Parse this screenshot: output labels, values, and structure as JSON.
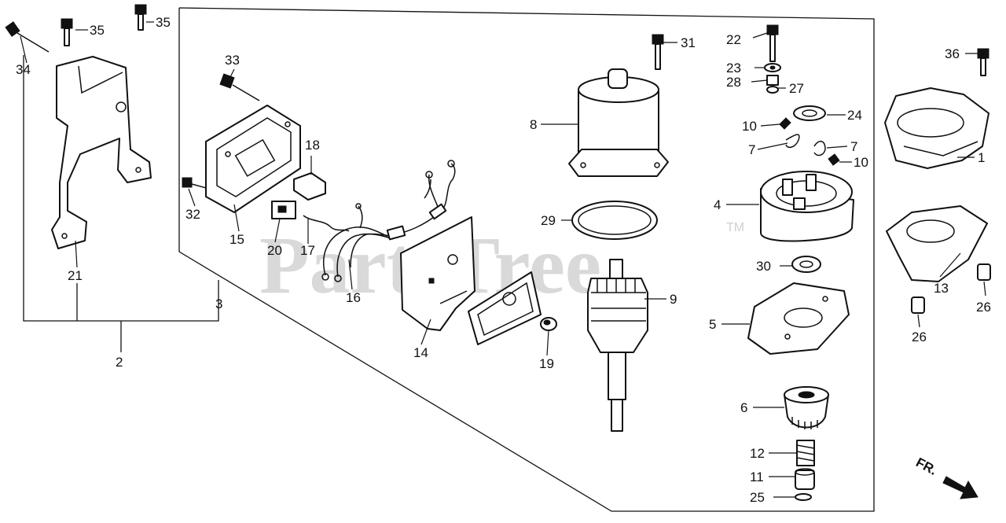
{
  "watermark": {
    "text": "PartsTree",
    "trademark": "TM"
  },
  "direction_label": "FR.",
  "labels": [
    {
      "id": "1",
      "text": "1"
    },
    {
      "id": "2",
      "text": "2"
    },
    {
      "id": "3",
      "text": "3"
    },
    {
      "id": "4",
      "text": "4"
    },
    {
      "id": "5",
      "text": "5"
    },
    {
      "id": "6",
      "text": "6"
    },
    {
      "id": "7a",
      "text": "7"
    },
    {
      "id": "7b",
      "text": "7"
    },
    {
      "id": "8",
      "text": "8"
    },
    {
      "id": "9",
      "text": "9"
    },
    {
      "id": "10a",
      "text": "10"
    },
    {
      "id": "10b",
      "text": "10"
    },
    {
      "id": "11",
      "text": "11"
    },
    {
      "id": "12",
      "text": "12"
    },
    {
      "id": "13",
      "text": "13"
    },
    {
      "id": "14",
      "text": "14"
    },
    {
      "id": "15",
      "text": "15"
    },
    {
      "id": "16",
      "text": "16"
    },
    {
      "id": "17",
      "text": "17"
    },
    {
      "id": "18",
      "text": "18"
    },
    {
      "id": "19",
      "text": "19"
    },
    {
      "id": "20",
      "text": "20"
    },
    {
      "id": "21",
      "text": "21"
    },
    {
      "id": "22",
      "text": "22"
    },
    {
      "id": "23",
      "text": "23"
    },
    {
      "id": "24",
      "text": "24"
    },
    {
      "id": "25",
      "text": "25"
    },
    {
      "id": "26a",
      "text": "26"
    },
    {
      "id": "26b",
      "text": "26"
    },
    {
      "id": "27",
      "text": "27"
    },
    {
      "id": "28",
      "text": "28"
    },
    {
      "id": "29",
      "text": "29"
    },
    {
      "id": "30",
      "text": "30"
    },
    {
      "id": "31",
      "text": "31"
    },
    {
      "id": "32",
      "text": "32"
    },
    {
      "id": "33",
      "text": "33"
    },
    {
      "id": "34",
      "text": "34"
    },
    {
      "id": "35a",
      "text": "35"
    },
    {
      "id": "35b",
      "text": "35"
    },
    {
      "id": "36",
      "text": "36"
    }
  ]
}
